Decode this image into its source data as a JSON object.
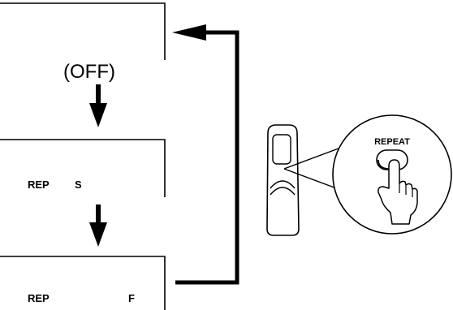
{
  "display_states": [
    {
      "id": "off",
      "text": "(OFF)"
    },
    {
      "id": "repeat-single",
      "label": "REP",
      "mode": "S"
    },
    {
      "id": "repeat-folder",
      "label": "REP",
      "mode": "F"
    }
  ],
  "remote": {
    "button_label": "REPEAT",
    "icon": "remote-control-icon"
  },
  "colors": {
    "line": "#000000",
    "background": "#ffffff"
  }
}
